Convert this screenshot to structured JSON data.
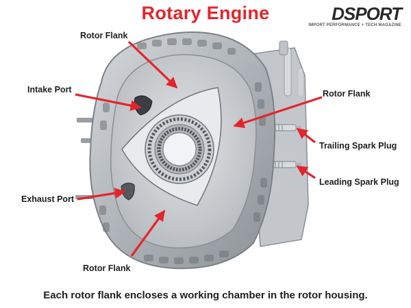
{
  "title": "Rotary Engine",
  "logo": {
    "word": "DSPORT",
    "tagline": "IMPORT PERFORMANCE + TECH MAGAZINE"
  },
  "labels": {
    "rotor_flank_top": "Rotor Flank",
    "intake_port": "Intake Port",
    "rotor_flank_right": "Rotor Flank",
    "trailing_spark_plug": "Trailing Spark Plug",
    "leading_spark_plug": "Leading Spark Plug",
    "exhaust_port": "Exhaust Port",
    "rotor_flank_bottom": "Rotor Flank"
  },
  "caption": "Each rotor flank encloses a working chamber in the rotor housing.",
  "colors": {
    "title": "#e3252b",
    "arrow": "#e3252b",
    "label_text": "#1e1e1e",
    "housing": "#b9bdc1"
  },
  "icons": [
    "engine-housing-illustration",
    "spark-plug-icon",
    "arrow-icon"
  ]
}
